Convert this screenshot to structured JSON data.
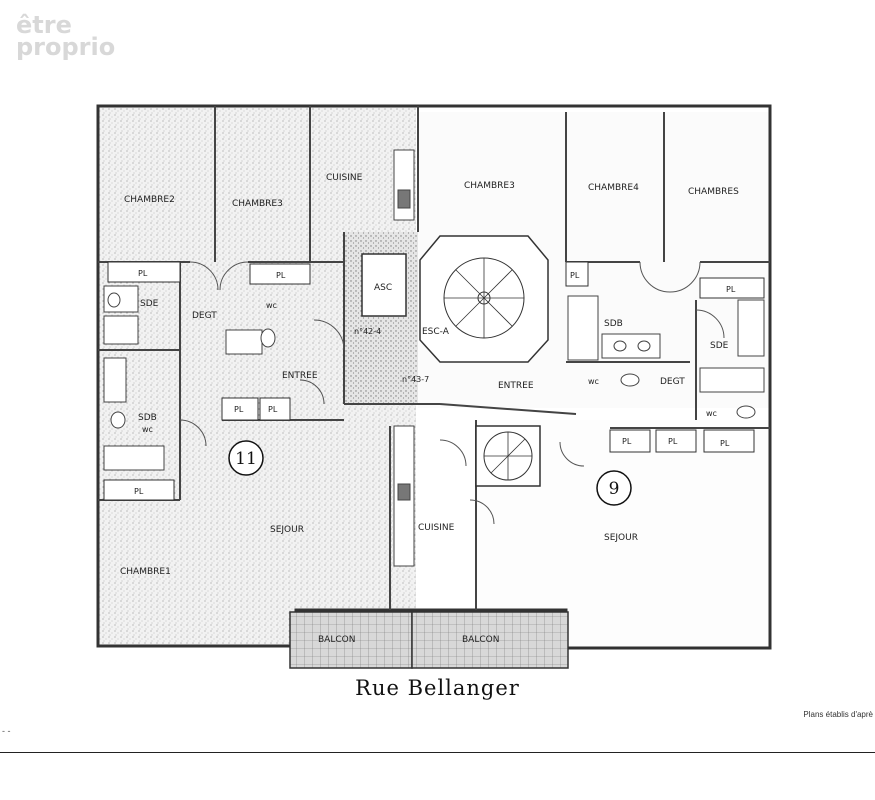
{
  "watermark": {
    "line1": "être",
    "line2": "proprio"
  },
  "rooms": {
    "chambre2": "CHAMBRE2",
    "chambre3_left": "CHAMBRE3",
    "cuisine_top": "CUISINE",
    "chambre3_right": "CHAMBRE3",
    "chambre4": "CHAMBRE4",
    "chambre5": "CHAMBRES",
    "asc": "ASC",
    "esca": "ESC-A",
    "n42": "n°42-4",
    "n43": "n°43-7",
    "entree_left": "ENTREE",
    "entree_right": "ENTREE",
    "sde_left": "SDE",
    "sde_right": "SDE",
    "degt_left": "DEGT",
    "degt_right": "DEGT",
    "sdb_left": "SDB",
    "wc_sdb_left": "wc",
    "sdb_right": "SDB",
    "wc_left": "wc",
    "wc_right1": "wc",
    "wc_right2": "wc",
    "sejour_left": "SEJOUR",
    "sejour_right": "SEJOUR",
    "chambre1": "CHAMBRE1",
    "cuisine_bottom": "CUISINE",
    "balcon1": "BALCON",
    "balcon2": "BALCON",
    "pl": "PL"
  },
  "units": {
    "left": "11",
    "right": "9"
  },
  "street": "Rue  Bellanger",
  "credit": "Plans établis d'aprè",
  "corner_mark": "- -"
}
